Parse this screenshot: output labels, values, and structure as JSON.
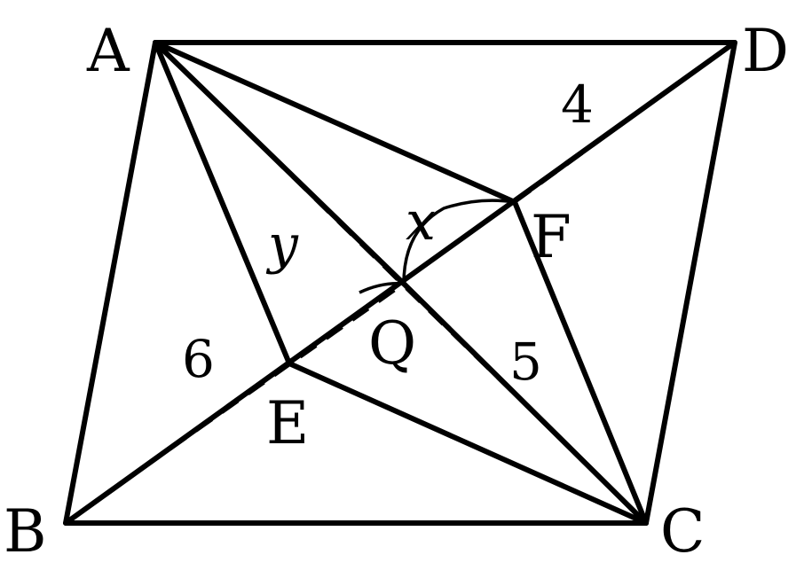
{
  "points": {
    "A": "A",
    "B": "B",
    "C": "C",
    "D": "D",
    "E": "E",
    "F": "F",
    "O": "Q"
  },
  "lengths": {
    "DF": "4",
    "OC": "5",
    "OB": "6"
  },
  "angles": {
    "x": "x",
    "y": "y"
  }
}
